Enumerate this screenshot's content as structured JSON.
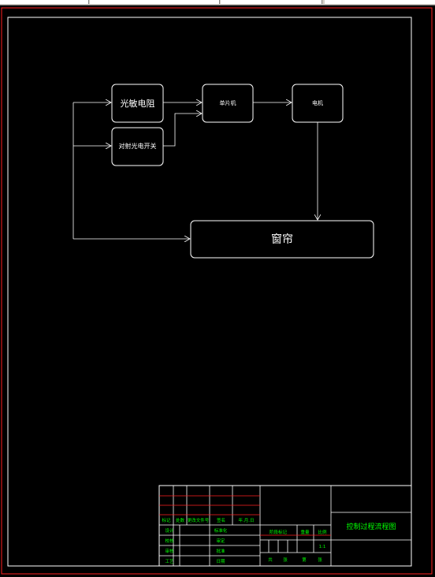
{
  "diagram": {
    "nodes": {
      "photoresistor": "光敏电阻",
      "switch": "对射光电开关",
      "mcu": "单片机",
      "motor": "电机",
      "curtain": "窗帘"
    }
  },
  "title_block": {
    "drawing_title": "控制过程流程图",
    "row_labels": [
      "标记",
      "处数",
      "更改文件号",
      "签名",
      "年.月.日"
    ],
    "left_labels": [
      "设计",
      "校核",
      "审核",
      "工艺"
    ],
    "mid_labels": [
      "标准化",
      "审定",
      "批准",
      "日期"
    ],
    "stage_headers": [
      "阶段标记",
      "重量",
      "比例"
    ],
    "scale": "1:1",
    "bottom_labels": [
      "共",
      "张",
      "第",
      "张"
    ]
  },
  "colors": {
    "background": "#000000",
    "lines": "#ffffff",
    "border": "#ff0000",
    "table_text": "#00ff00"
  }
}
